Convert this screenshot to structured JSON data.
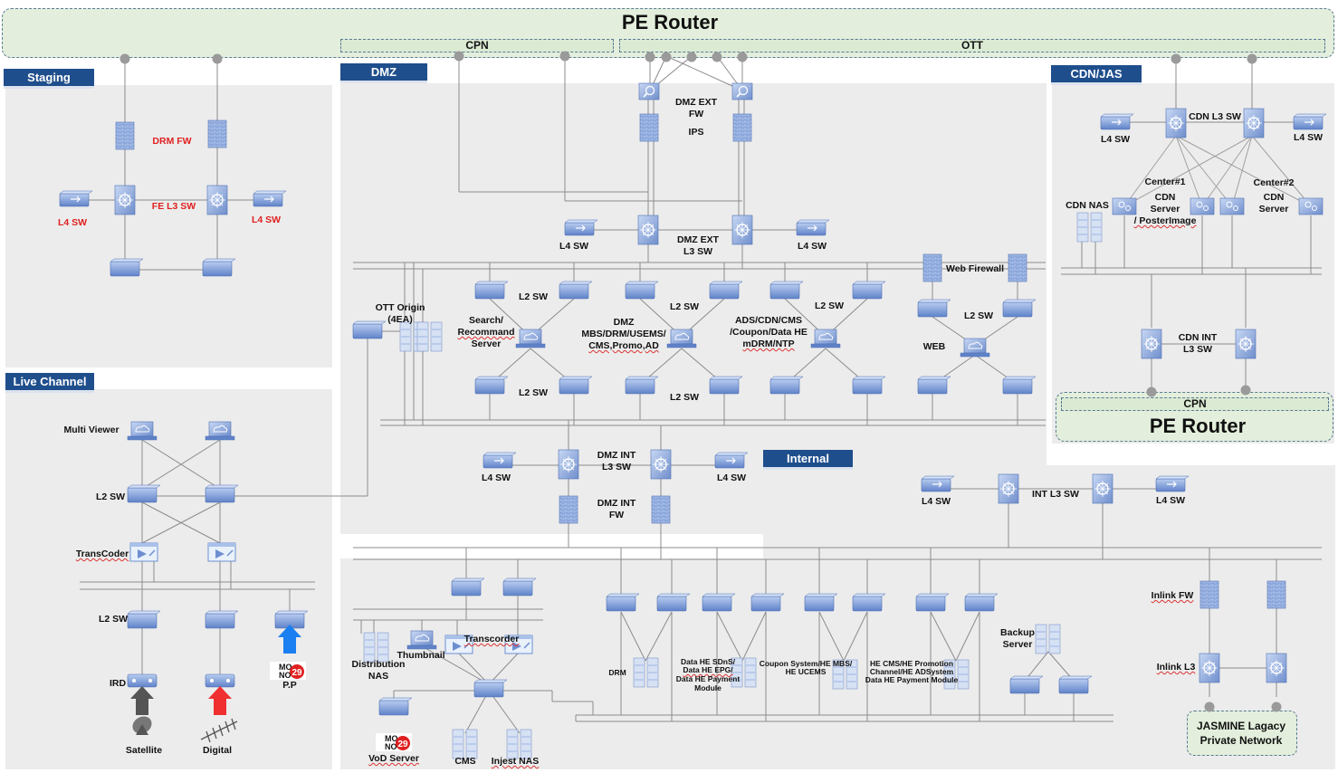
{
  "top": {
    "pe_router": "PE Router",
    "cpn": "CPN",
    "ott": "OTT"
  },
  "zones": {
    "staging": "Staging",
    "dmz": "DMZ",
    "cdn_jas": "CDN/JAS",
    "live_channel": "Live Channel",
    "internal": "Internal"
  },
  "cdn_pe": {
    "cpn": "CPN",
    "pe_router": "PE Router"
  },
  "jasmine": {
    "line1": "JASMINE Lagacy",
    "line2": "Private Network"
  },
  "labels": {
    "drm_fw": "DRM FW",
    "fe_l3_sw": "FE L3 SW",
    "l4_sw": "L4 SW",
    "l2_sw": "L2 SW",
    "dmz_ext_fw": [
      "DMZ EXT",
      "FW"
    ],
    "ips": "IPS",
    "dmz_ext_l3": [
      "DMZ EXT",
      "L3 SW"
    ],
    "web_firewall": "Web Firewall",
    "ott_origin": [
      "OTT Origin",
      "(4EA)"
    ],
    "search_server": [
      "Search/",
      "Recommand",
      "Server"
    ],
    "dmz_group": [
      "DMZ",
      "MBS/DRM/USEMS/",
      "CMS,Promo,AD"
    ],
    "ads_group": [
      "ADS/CDN/CMS",
      "/Coupon/Data HE",
      "mDRM/NTP"
    ],
    "web": "WEB",
    "dmz_int_l3": [
      "DMZ INT",
      "L3 SW"
    ],
    "dmz_int_fw": [
      "DMZ INT",
      "FW"
    ],
    "cdn_l3_sw": "CDN L3 SW",
    "center1": [
      "Center#1",
      "CDN",
      "Server",
      "/ PosterImage"
    ],
    "center2": [
      "Center#2",
      "CDN",
      "Server"
    ],
    "cdn_nas": "CDN NAS",
    "cdn_int_l3": [
      "CDN INT",
      "L3 SW"
    ],
    "multi_viewer": "Multi Viewer",
    "transcoder": "TransCoder",
    "ird": "IRD",
    "satellite": "Satellite",
    "digital": "Digital",
    "pp": "P.P",
    "int_l3_sw": "INT L3 SW",
    "inlink_fw": "Inlink FW",
    "inlink_l3": "Inlink L3",
    "backup_server": [
      "Backup",
      "Server"
    ],
    "distribution_nas": [
      "Distribution",
      "NAS"
    ],
    "thumbnail": "Thumbnail",
    "transcorder": "Transcorder",
    "vod_server": "VoD Server",
    "cms": "CMS",
    "injest_nas": "Injest NAS",
    "drm": "DRM",
    "data_he": [
      "Data HE SDnS/",
      "Data HE EPG/",
      "Data HE Payment",
      "Module"
    ],
    "coupon": [
      "Coupon System/HE MBS/",
      "HE UCEMS"
    ],
    "he_cms": [
      "HE CMS/HE Promotion",
      "Channel/HE ADSystem",
      "Data HE Payment Module"
    ],
    "mono_logo": "MONO29"
  },
  "colors": {
    "zone_bg": "#ececec",
    "header_bg": "#1f4e8c",
    "pe_bg": "#e3efdc",
    "device_blue": "#6d8fd0",
    "line_gray": "#8c8c8c",
    "warn_red": "#e02020",
    "arrow_blue": "#1a7ff0",
    "arrow_red": "#f03030"
  }
}
